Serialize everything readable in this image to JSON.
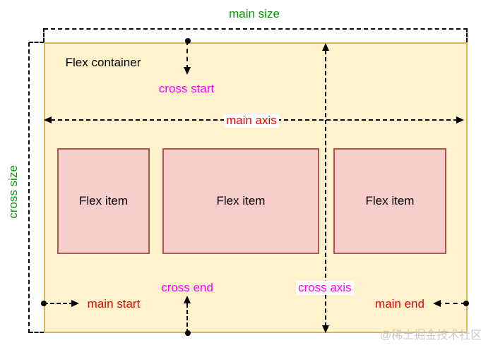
{
  "diagram": {
    "container_label": "Flex container",
    "items": [
      {
        "label": "Flex item"
      },
      {
        "label": "Flex item"
      },
      {
        "label": "Flex item"
      }
    ],
    "labels": {
      "main_size": "main size",
      "cross_size": "cross size",
      "main_axis": "main axis",
      "cross_axis": "cross axis",
      "cross_start": "cross start",
      "cross_end": "cross end",
      "main_start": "main start",
      "main_end": "main end"
    },
    "colors": {
      "container_fill": "#FFF2CC",
      "container_border": "#D6B656",
      "item_fill": "#F8CECC",
      "item_border": "#B85450",
      "size_label": "#009900",
      "main_label": "#EE0000",
      "cross_label": "#FF00FF",
      "line": "#000000",
      "watermark": "#C9C9C9"
    },
    "watermark": "@稀土掘金技术社区"
  }
}
